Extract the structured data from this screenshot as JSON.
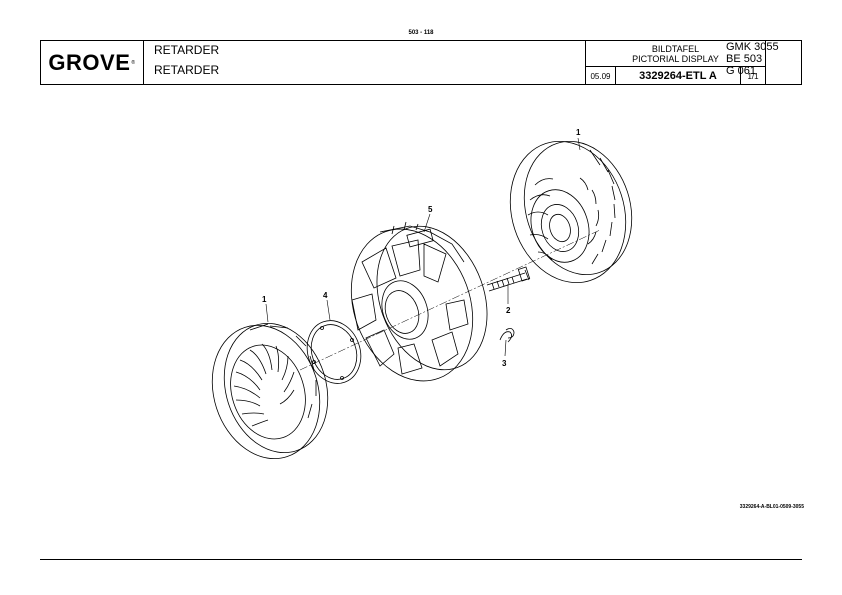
{
  "page_number": "503 - 118",
  "title_block": {
    "logo_text": "GROVE",
    "logo_mark": "®",
    "description_de": "RETARDER",
    "description_en": "RETARDER",
    "display_de": "BILDTAFEL",
    "display_en": "PICTORIAL DISPLAY",
    "date": "05.09",
    "part_number": "3329264-ETL A",
    "sheet": "1/1",
    "model_line1": "GMK 3055",
    "model_line2": "BE 503",
    "model_line3": "G 061"
  },
  "callouts": [
    "1",
    "5",
    "2",
    "4",
    "1",
    "3"
  ],
  "drawing_id": "3329264-A-BL01-0509-3055",
  "icons": [
    "rotor-disc-icon",
    "retarder-housing-icon",
    "bolt-icon",
    "shim-ring-icon",
    "clip-icon"
  ]
}
